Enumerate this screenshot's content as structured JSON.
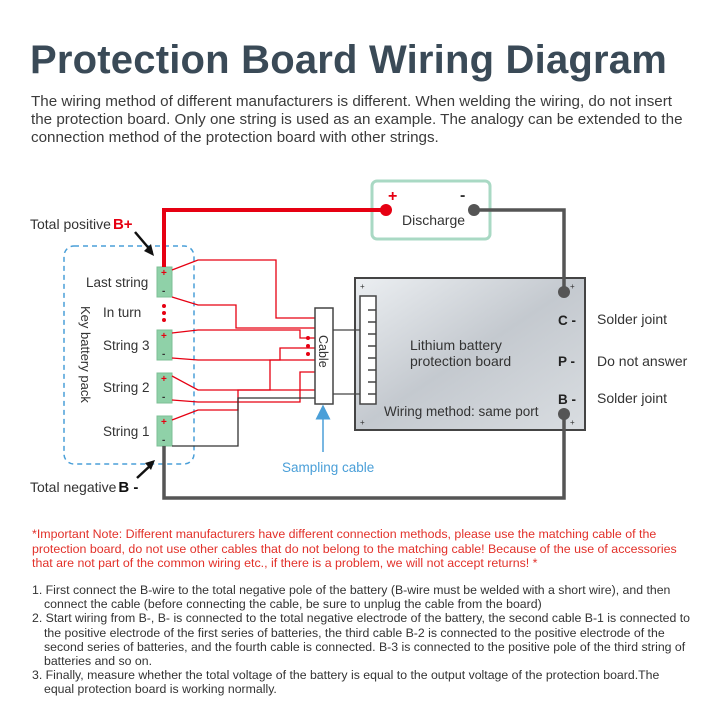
{
  "title": "Protection Board Wiring Diagram",
  "intro": "The wiring method of different manufacturers is different. When welding the wiring, do not insert the protection board. Only one string is used as an example. The analogy can be extended to the connection method of the protection board with other strings.",
  "diagram": {
    "total_positive_label": "Total positive",
    "total_positive_mark": "B+",
    "total_negative_label": "Total negative",
    "total_negative_mark": "B -",
    "pack_label": "Key battery pack",
    "strings": [
      "Last string",
      "In turn",
      "String 3",
      "String 2",
      "String 1"
    ],
    "cable_label": "Cable",
    "sampling_cable_label": "Sampling cable",
    "discharge": {
      "label": "Discharge",
      "plus": "+",
      "minus": "-"
    },
    "board": {
      "title_line1": "Lithium battery",
      "title_line2": "protection board",
      "wiring_method": "Wiring method: same port",
      "ports": [
        "C -",
        "P -",
        "B -"
      ]
    },
    "port_notes": [
      "Solder joint",
      "Do not answer",
      "Solder joint"
    ],
    "colors": {
      "positive": "#e60012",
      "negative": "#555555",
      "accent": "#4a9fd8",
      "battery": "#8fd1a8"
    }
  },
  "note": "*Important Note: Different manufacturers have different connection methods, please use the matching cable of the protection board, do not use other cables that do not belong to the matching cable! Because of the use of accessories that are not part of the common wiring etc., if there is a problem, we will not accept returns! *",
  "steps": [
    "1. First connect the B-wire to the total negative pole of the battery (B-wire must be welded with a short wire), and then connect the cable (before connecting the cable, be sure to unplug the cable from the board)",
    "2. Start wiring from B-, B- is connected to the total negative electrode of the battery, the second cable B-1 is connected to the positive electrode of the first series of batteries, the third cable B-2 is connected to the positive electrode of the second series of batteries, and the fourth cable is connected. B-3 is connected to the positive pole of the third string of batteries and so on.",
    "3. Finally, measure whether the total voltage of the battery is equal to the output voltage of the protection board.The equal protection board is working normally."
  ]
}
